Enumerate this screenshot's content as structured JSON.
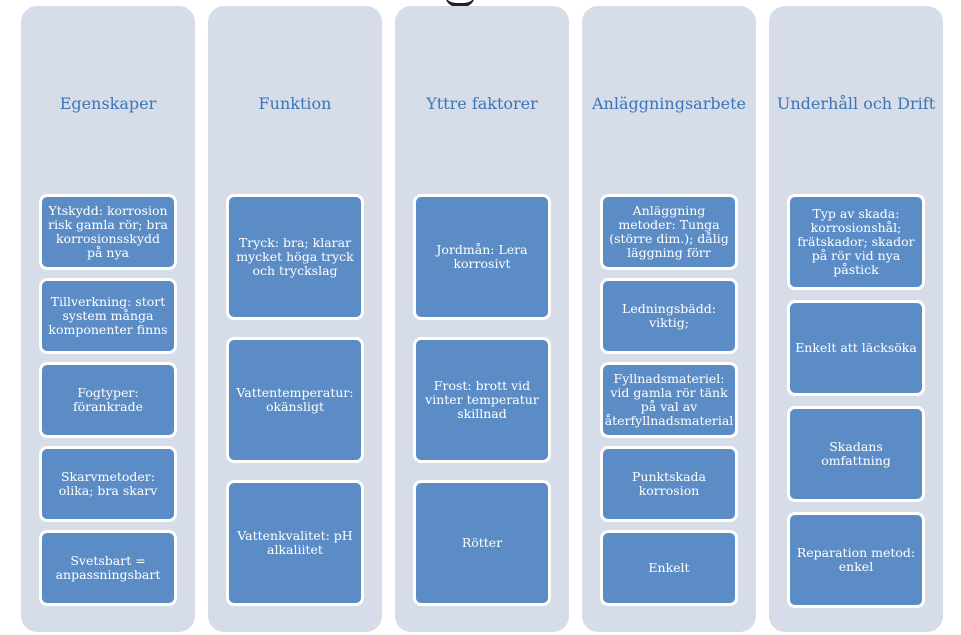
{
  "columns": [
    {
      "title": "Egenskaper",
      "items": [
        "Ytskydd: korrosion risk gamla rör; bra korrosionsskydd på nya",
        "Tillverkning: stort system många komponenter finns",
        "Fogtyper: förankrade",
        "Skarvmetoder: olika; bra skarv",
        "Svetsbart = anpassningsbart"
      ]
    },
    {
      "title": "Funktion",
      "items": [
        "Tryck: bra; klarar mycket höga tryck och tryckslag",
        "Vattentemperatur: okänsligt",
        "Vattenkvalitet: pH alkaliitet"
      ]
    },
    {
      "title": "Yttre faktorer",
      "items": [
        "Jordmån: Lera korrosivt",
        "Frost: brott vid vinter temperatur skillnad",
        "Rötter"
      ]
    },
    {
      "title": "Anläggningsarbete",
      "items": [
        "Anläggning metoder: Tunga (större dim.); dålig läggning förr",
        "Ledningsbädd: viktig;",
        "Fyllnadsmateriel: vid gamla rör tänk på val av återfyllnadsmaterial",
        "Punktskada korrosion",
        "Enkelt"
      ]
    },
    {
      "title": "Underhåll och Drift",
      "items": [
        "Typ av skada: korrosionshål; frätskador; skador på rör vid nya påstick",
        "Enkelt att läcksöka",
        "Skadans omfattning",
        "Reparation metod: enkel"
      ]
    }
  ]
}
